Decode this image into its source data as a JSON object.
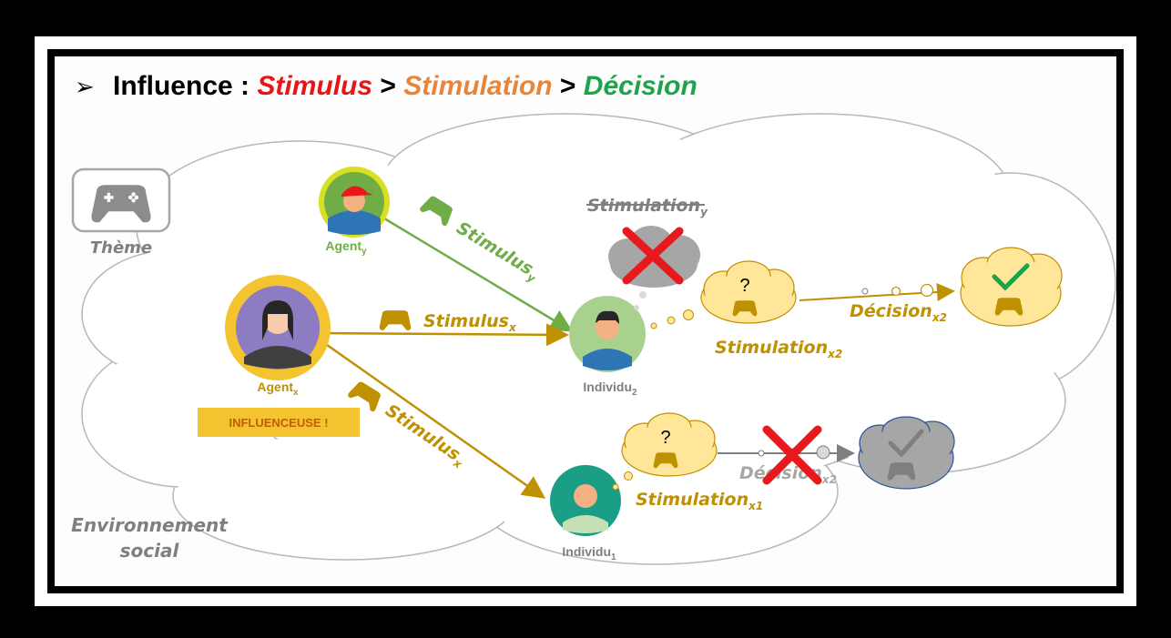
{
  "title": {
    "prefix": "Influence : ",
    "stimulus": "Stimulus",
    "sep1": " > ",
    "stimulation": "Stimulation",
    "sep2": " > ",
    "decision": "Décision"
  },
  "colors": {
    "stimulus": "#e81416",
    "stimulation": "#e8853a",
    "decision": "#1fa34a",
    "gold": "#bf9000",
    "green_arrow": "#70ad47",
    "cross": "#e8191d"
  },
  "theme": {
    "label": "Thème",
    "icon": "gamepad-icon"
  },
  "environment": {
    "line1": "Environnement",
    "line2": "social"
  },
  "agents": {
    "agent_y": {
      "name": "Agent",
      "sub": "y"
    },
    "agent_x": {
      "name": "Agent",
      "sub": "x",
      "badge": "INFLUENCEUSE !"
    }
  },
  "individuals": {
    "ind2": {
      "name": "Individu",
      "sub": "2"
    },
    "ind1": {
      "name": "Individu",
      "sub": "1"
    }
  },
  "labels": {
    "stimulus_y": {
      "text": "Stimulus",
      "sub": "y"
    },
    "stimulus_x_mid": {
      "text": "Stimulus",
      "sub": "x"
    },
    "stimulus_x_low": {
      "text": "Stimulus",
      "sub": "x"
    },
    "stimulation_y": {
      "text": "Stimulation",
      "sub": "y"
    },
    "stimulation_x2": {
      "text": "Stimulation",
      "sub": "x2"
    },
    "stimulation_x1": {
      "text": "Stimulation",
      "sub": "x1"
    },
    "decision_x2": {
      "text": "Décision",
      "sub": "x2"
    },
    "decision_x1_crossed": {
      "text": "Décision",
      "sub": "x2"
    }
  },
  "bubble_mark": "?"
}
